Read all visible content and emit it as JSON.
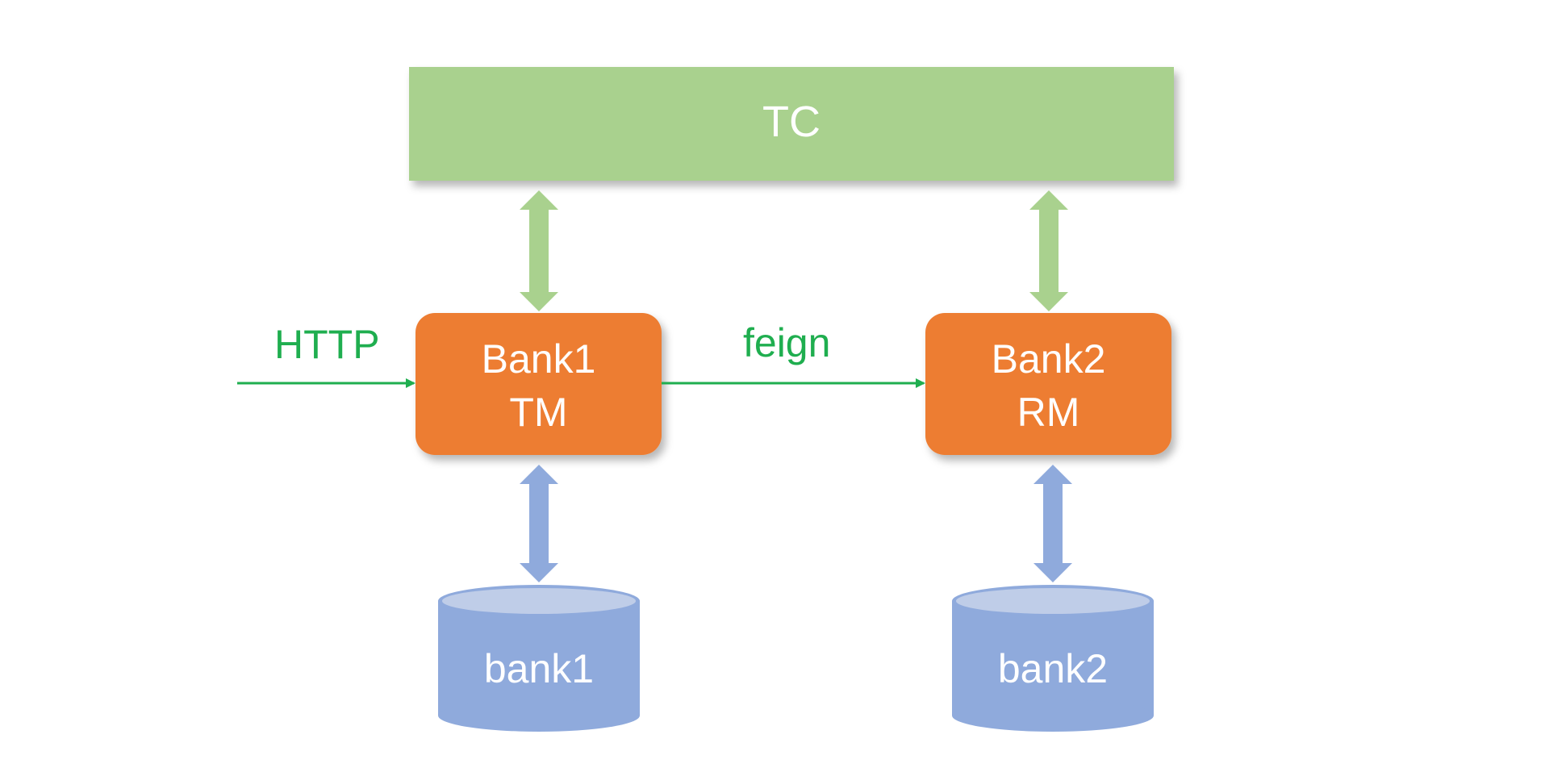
{
  "nodes": {
    "tc": {
      "label": "TC"
    },
    "bank1_service": {
      "line1": "Bank1",
      "line2": "TM"
    },
    "bank2_service": {
      "line1": "Bank2",
      "line2": "RM"
    },
    "bank1_db": {
      "label": "bank1"
    },
    "bank2_db": {
      "label": "bank2"
    }
  },
  "edges": {
    "http": {
      "label": "HTTP"
    },
    "feign": {
      "label": "feign"
    }
  },
  "colors": {
    "tc_fill": "#a9d18e",
    "service_fill": "#ed7d31",
    "db_fill": "#8faadc",
    "db_top": "#bfcde8",
    "green_arrow": "#a9d18e",
    "blue_arrow": "#8faadc",
    "flow_line": "#1fae4f"
  }
}
